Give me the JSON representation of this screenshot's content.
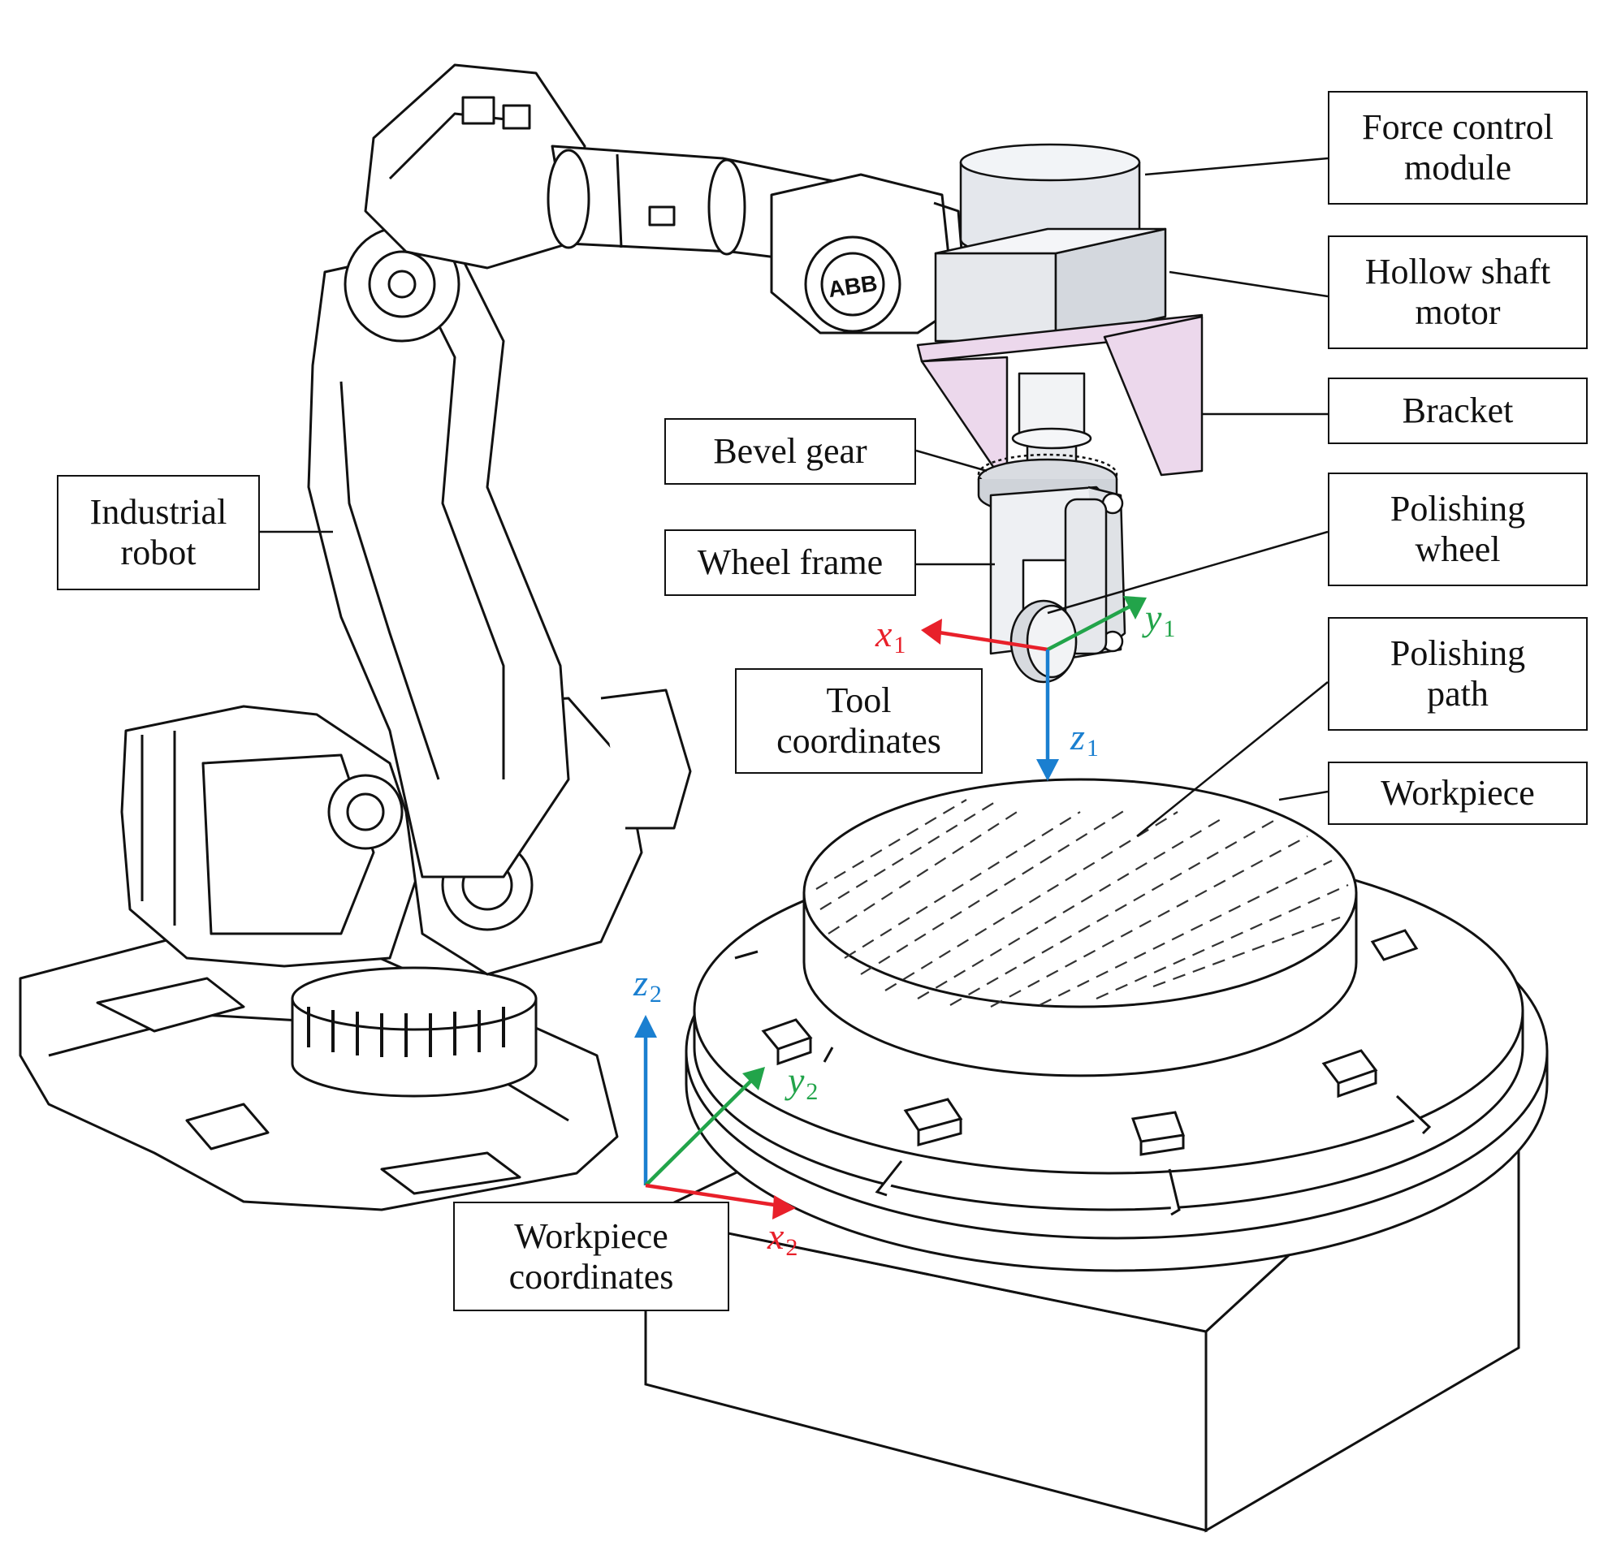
{
  "colors": {
    "x_axis": "#e8202a",
    "y_axis": "#22a44a",
    "z_axis": "#1a7fd0",
    "line": "#111111",
    "bracket_fill": "#ecd8ec",
    "module_fill": "#e4e7ec"
  },
  "labels": {
    "force_control_module": [
      "Force control",
      "module"
    ],
    "hollow_shaft_motor": [
      "Hollow shaft",
      "motor"
    ],
    "bracket": [
      "Bracket"
    ],
    "bevel_gear": [
      "Bevel gear"
    ],
    "polishing_wheel": [
      "Polishing",
      "wheel"
    ],
    "wheel_frame": [
      "Wheel frame"
    ],
    "industrial_robot": [
      "Industrial",
      "robot"
    ],
    "polishing_path": [
      "Polishing",
      "path"
    ],
    "tool_coordinates": [
      "Tool",
      "coordinates"
    ],
    "workpiece": [
      "Workpiece"
    ],
    "workpiece_coordinates": [
      "Workpiece",
      "coordinates"
    ]
  },
  "axes": {
    "tool": {
      "x": {
        "letter": "x",
        "sub": "1"
      },
      "y": {
        "letter": "y",
        "sub": "1"
      },
      "z": {
        "letter": "z",
        "sub": "1"
      }
    },
    "workpiece": {
      "x": {
        "letter": "x",
        "sub": "2"
      },
      "y": {
        "letter": "y",
        "sub": "2"
      },
      "z": {
        "letter": "z",
        "sub": "2"
      }
    }
  },
  "logo_text": "ABB"
}
